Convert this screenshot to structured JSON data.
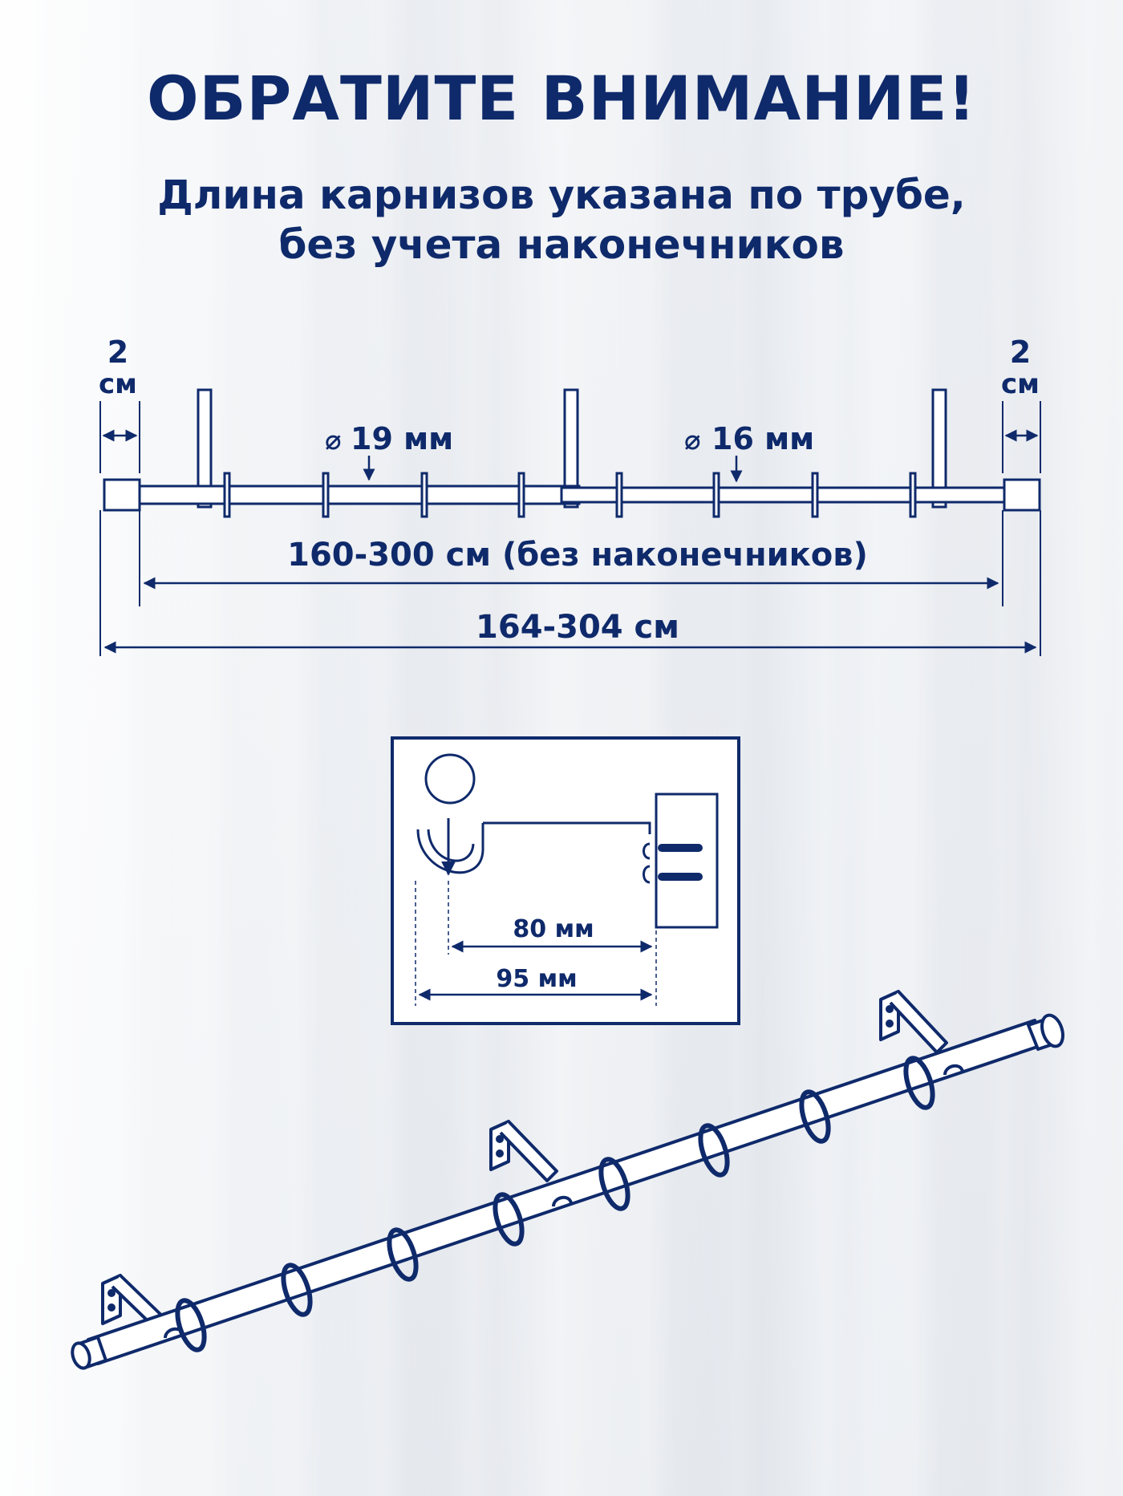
{
  "heading": {
    "title": "ОБРАТИТЕ ВНИМАНИЕ!",
    "subtitle_line1": "Длина карнизов указана по трубе,",
    "subtitle_line2": "без учета наконечников"
  },
  "rod_diagram": {
    "left_cap_value": "2",
    "left_cap_unit": "см",
    "right_cap_value": "2",
    "right_cap_unit": "см",
    "diameter_symbol": "⌀",
    "diameter_left": "19 мм",
    "diameter_right": "16 мм",
    "length_without_caps": "160-300 см (без наконечников)",
    "length_total": "164-304 см"
  },
  "bracket_detail": {
    "dimension_inner": "80 мм",
    "dimension_outer": "95 мм"
  },
  "colors": {
    "primary": "#0f2a6b",
    "rod_fill": "#ffffff"
  }
}
